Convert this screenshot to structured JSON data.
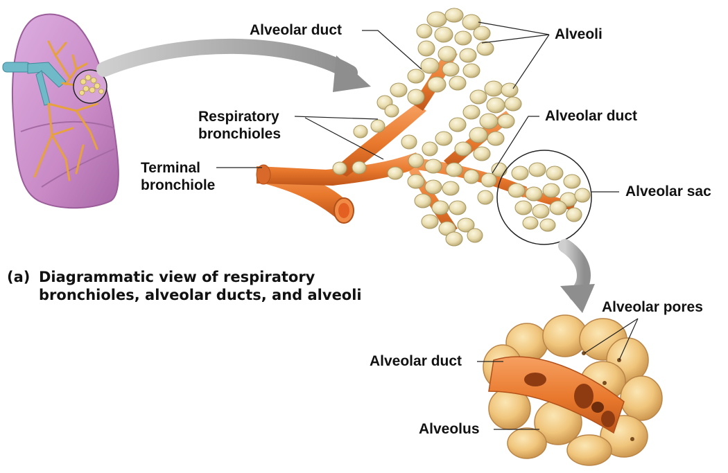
{
  "labels": {
    "alveolar_duct_top": "Alveolar duct",
    "alveoli": "Alveoli",
    "respiratory_bronchioles_line1": "Respiratory",
    "respiratory_bronchioles_line2": "bronchioles",
    "alveolar_duct_mid": "Alveolar duct",
    "terminal_bronchiole_line1": "Terminal",
    "terminal_bronchiole_line2": "bronchiole",
    "alveolar_sac": "Alveolar sac",
    "alveolar_pores": "Alveolar pores",
    "alveolar_duct_bottom": "Alveolar duct",
    "alveolus": "Alveolus"
  },
  "caption": {
    "id": "(a)",
    "line1": "Diagrammatic view of respiratory",
    "line2": "bronchioles, alveolar ducts, and alveoli"
  },
  "colors": {
    "lung": "#c98ac6",
    "airway": "#e8782c",
    "alveolus": "#eadfb0",
    "arrow": "#9a9a9a",
    "trachea": "#6fb9c9"
  }
}
